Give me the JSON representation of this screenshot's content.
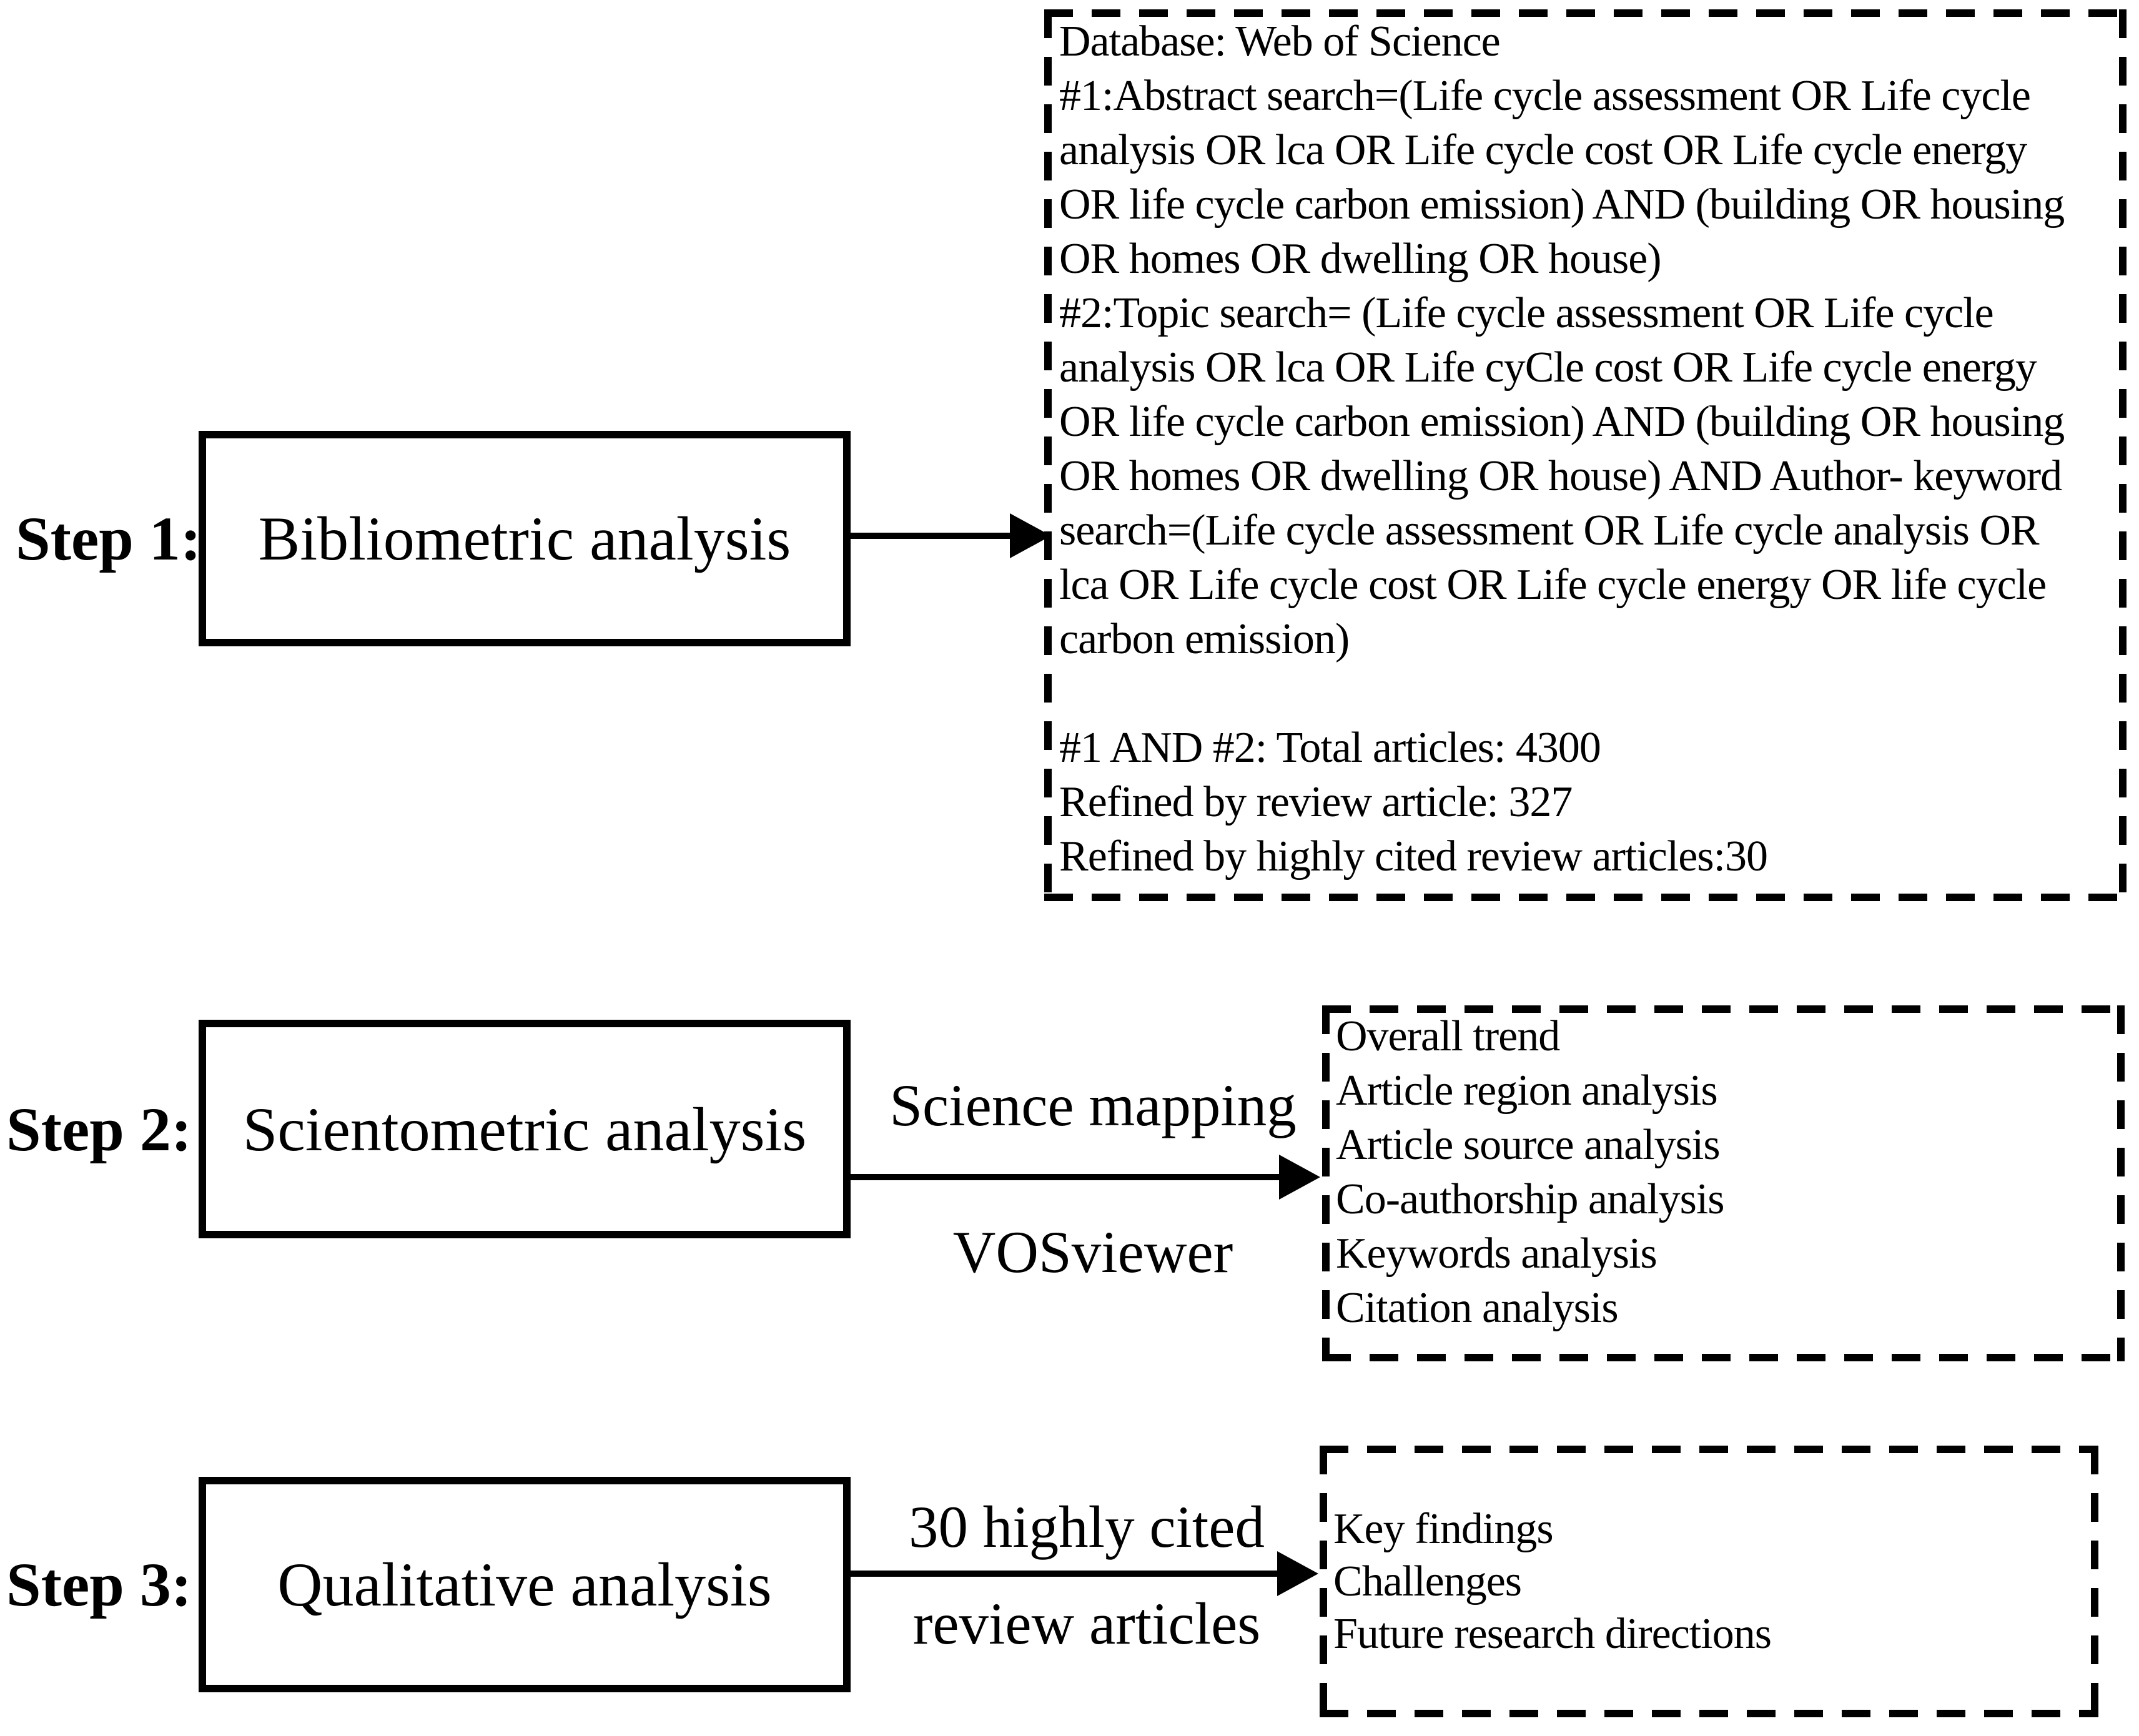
{
  "colors": {
    "ink": "#000000",
    "background": "#ffffff"
  },
  "steps": [
    {
      "label": "Step 1:",
      "box_title": "Bibliometric analysis",
      "arrow_label_top": "",
      "arrow_label_bottom": "",
      "output_lines": [
        "Database: Web of Science",
        "#1:Abstract search=(Life cycle assessment OR Life cycle",
        "analysis OR lca OR Life cycle cost OR Life cycle energy",
        "OR life cycle carbon emission) AND (building OR housing",
        "OR homes OR dwelling OR house)",
        "#2:Topic search= (Life cycle assessment OR Life cycle",
        "analysis OR lca OR Life cyCle cost OR Life cycle energy",
        "OR life cycle carbon emission) AND (building OR housing",
        "OR homes OR dwelling OR house) AND Author- keyword",
        "search=(Life cycle assessment OR Life cycle analysis OR",
        "lca OR Life cycle cost OR Life cycle energy OR life cycle",
        "carbon emission)",
        "",
        "#1 AND #2: Total articles: 4300",
        "Refined by review article: 327",
        "Refined by highly cited review articles:30"
      ]
    },
    {
      "label": "Step 2:",
      "box_title": "Scientometric analysis",
      "arrow_label_top": "Science mapping",
      "arrow_label_bottom": "VOSviewer",
      "output_lines": [
        "Overall trend",
        "Article region analysis",
        "Article source analysis",
        "Co-authorship analysis",
        "Keywords analysis",
        "Citation analysis"
      ]
    },
    {
      "label": "Step 3:",
      "box_title": "Qualitative analysis",
      "arrow_label_top": "30 highly cited",
      "arrow_label_bottom": "review articles",
      "output_lines": [
        "Key findings",
        "Challenges",
        "Future research directions"
      ]
    }
  ]
}
